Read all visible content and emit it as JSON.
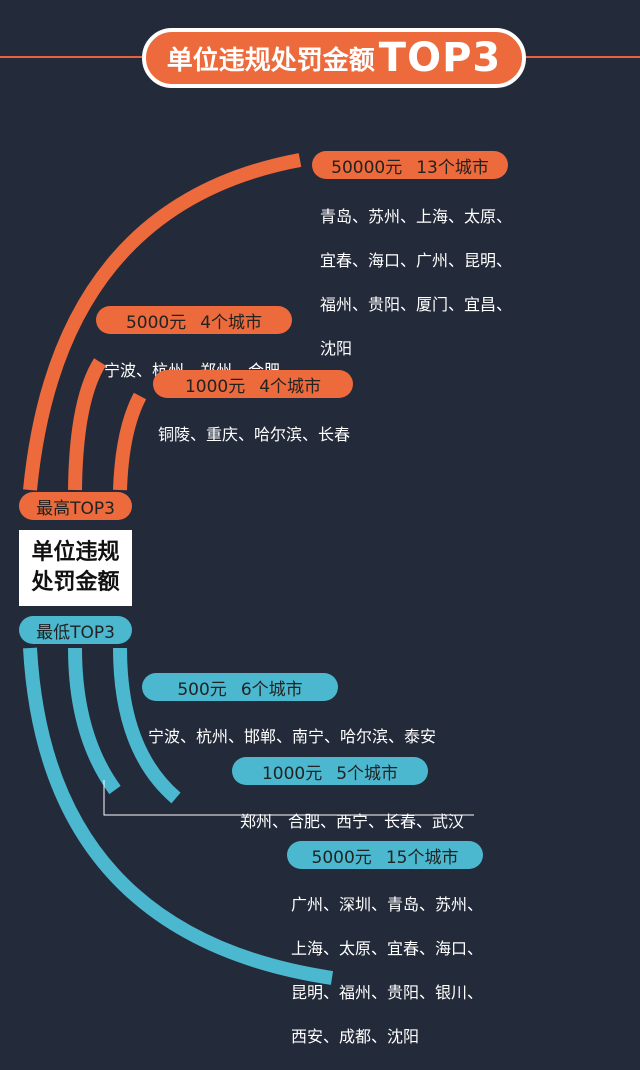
{
  "title": {
    "cn": "单位违规处罚金额",
    "en": "TOP3"
  },
  "center": {
    "line1": "单位违规",
    "line2": "处罚金额",
    "top_label": "最高TOP3",
    "bottom_label": "最低TOP3"
  },
  "colors": {
    "background": "#232a3a",
    "orange": "#ec6a3b",
    "blue": "#4bb8cf"
  },
  "highest": [
    {
      "amount": "50000元",
      "count": "13个城市",
      "cities": [
        "青岛、苏州、上海、太原、",
        "宜春、海口、广州、昆明、",
        "福州、贵阳、厦门、宜昌、",
        "沈阳"
      ]
    },
    {
      "amount": "5000元",
      "count": "4个城市",
      "cities": [
        "宁波、杭州、郑州、合肥"
      ]
    },
    {
      "amount": "1000元",
      "count": "4个城市",
      "cities": [
        "铜陵、重庆、哈尔滨、长春"
      ]
    }
  ],
  "lowest": [
    {
      "amount": "500元",
      "count": "6个城市",
      "cities": [
        "宁波、杭州、邯郸、南宁、哈尔滨、泰安"
      ]
    },
    {
      "amount": "1000元",
      "count": "5个城市",
      "cities": [
        "郑州、合肥、西宁、长春、武汉"
      ]
    },
    {
      "amount": "5000元",
      "count": "15个城市",
      "cities": [
        "广州、深圳、青岛、苏州、",
        "上海、太原、宜春、海口、",
        "昆明、福州、贵阳、银川、",
        "西安、成都、沈阳"
      ]
    }
  ]
}
